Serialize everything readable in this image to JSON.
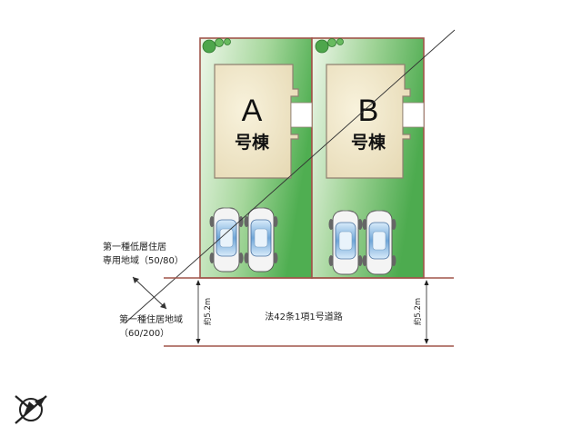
{
  "lots": [
    {
      "letter": "A",
      "label": "号棟"
    },
    {
      "letter": "B",
      "label": "号棟"
    }
  ],
  "road": {
    "label": "法42条1項1号道路",
    "width_left": "約5.2m",
    "width_right": "約5.2m"
  },
  "zones": {
    "upper_line1": "第一種低層住居",
    "upper_line2": "専用地域（50/80）",
    "lower_line1": "第一種住居地域",
    "lower_line2": "（60/200）"
  },
  "icons": [
    "compass-icon",
    "tree-icon",
    "car-icon"
  ],
  "colors": {
    "lot_green": "#5cb85c",
    "lot_light": "#eaf6e6",
    "building": "#efe7cc",
    "boundary": "#a0554a",
    "car_blue": "#5f8fc8"
  }
}
